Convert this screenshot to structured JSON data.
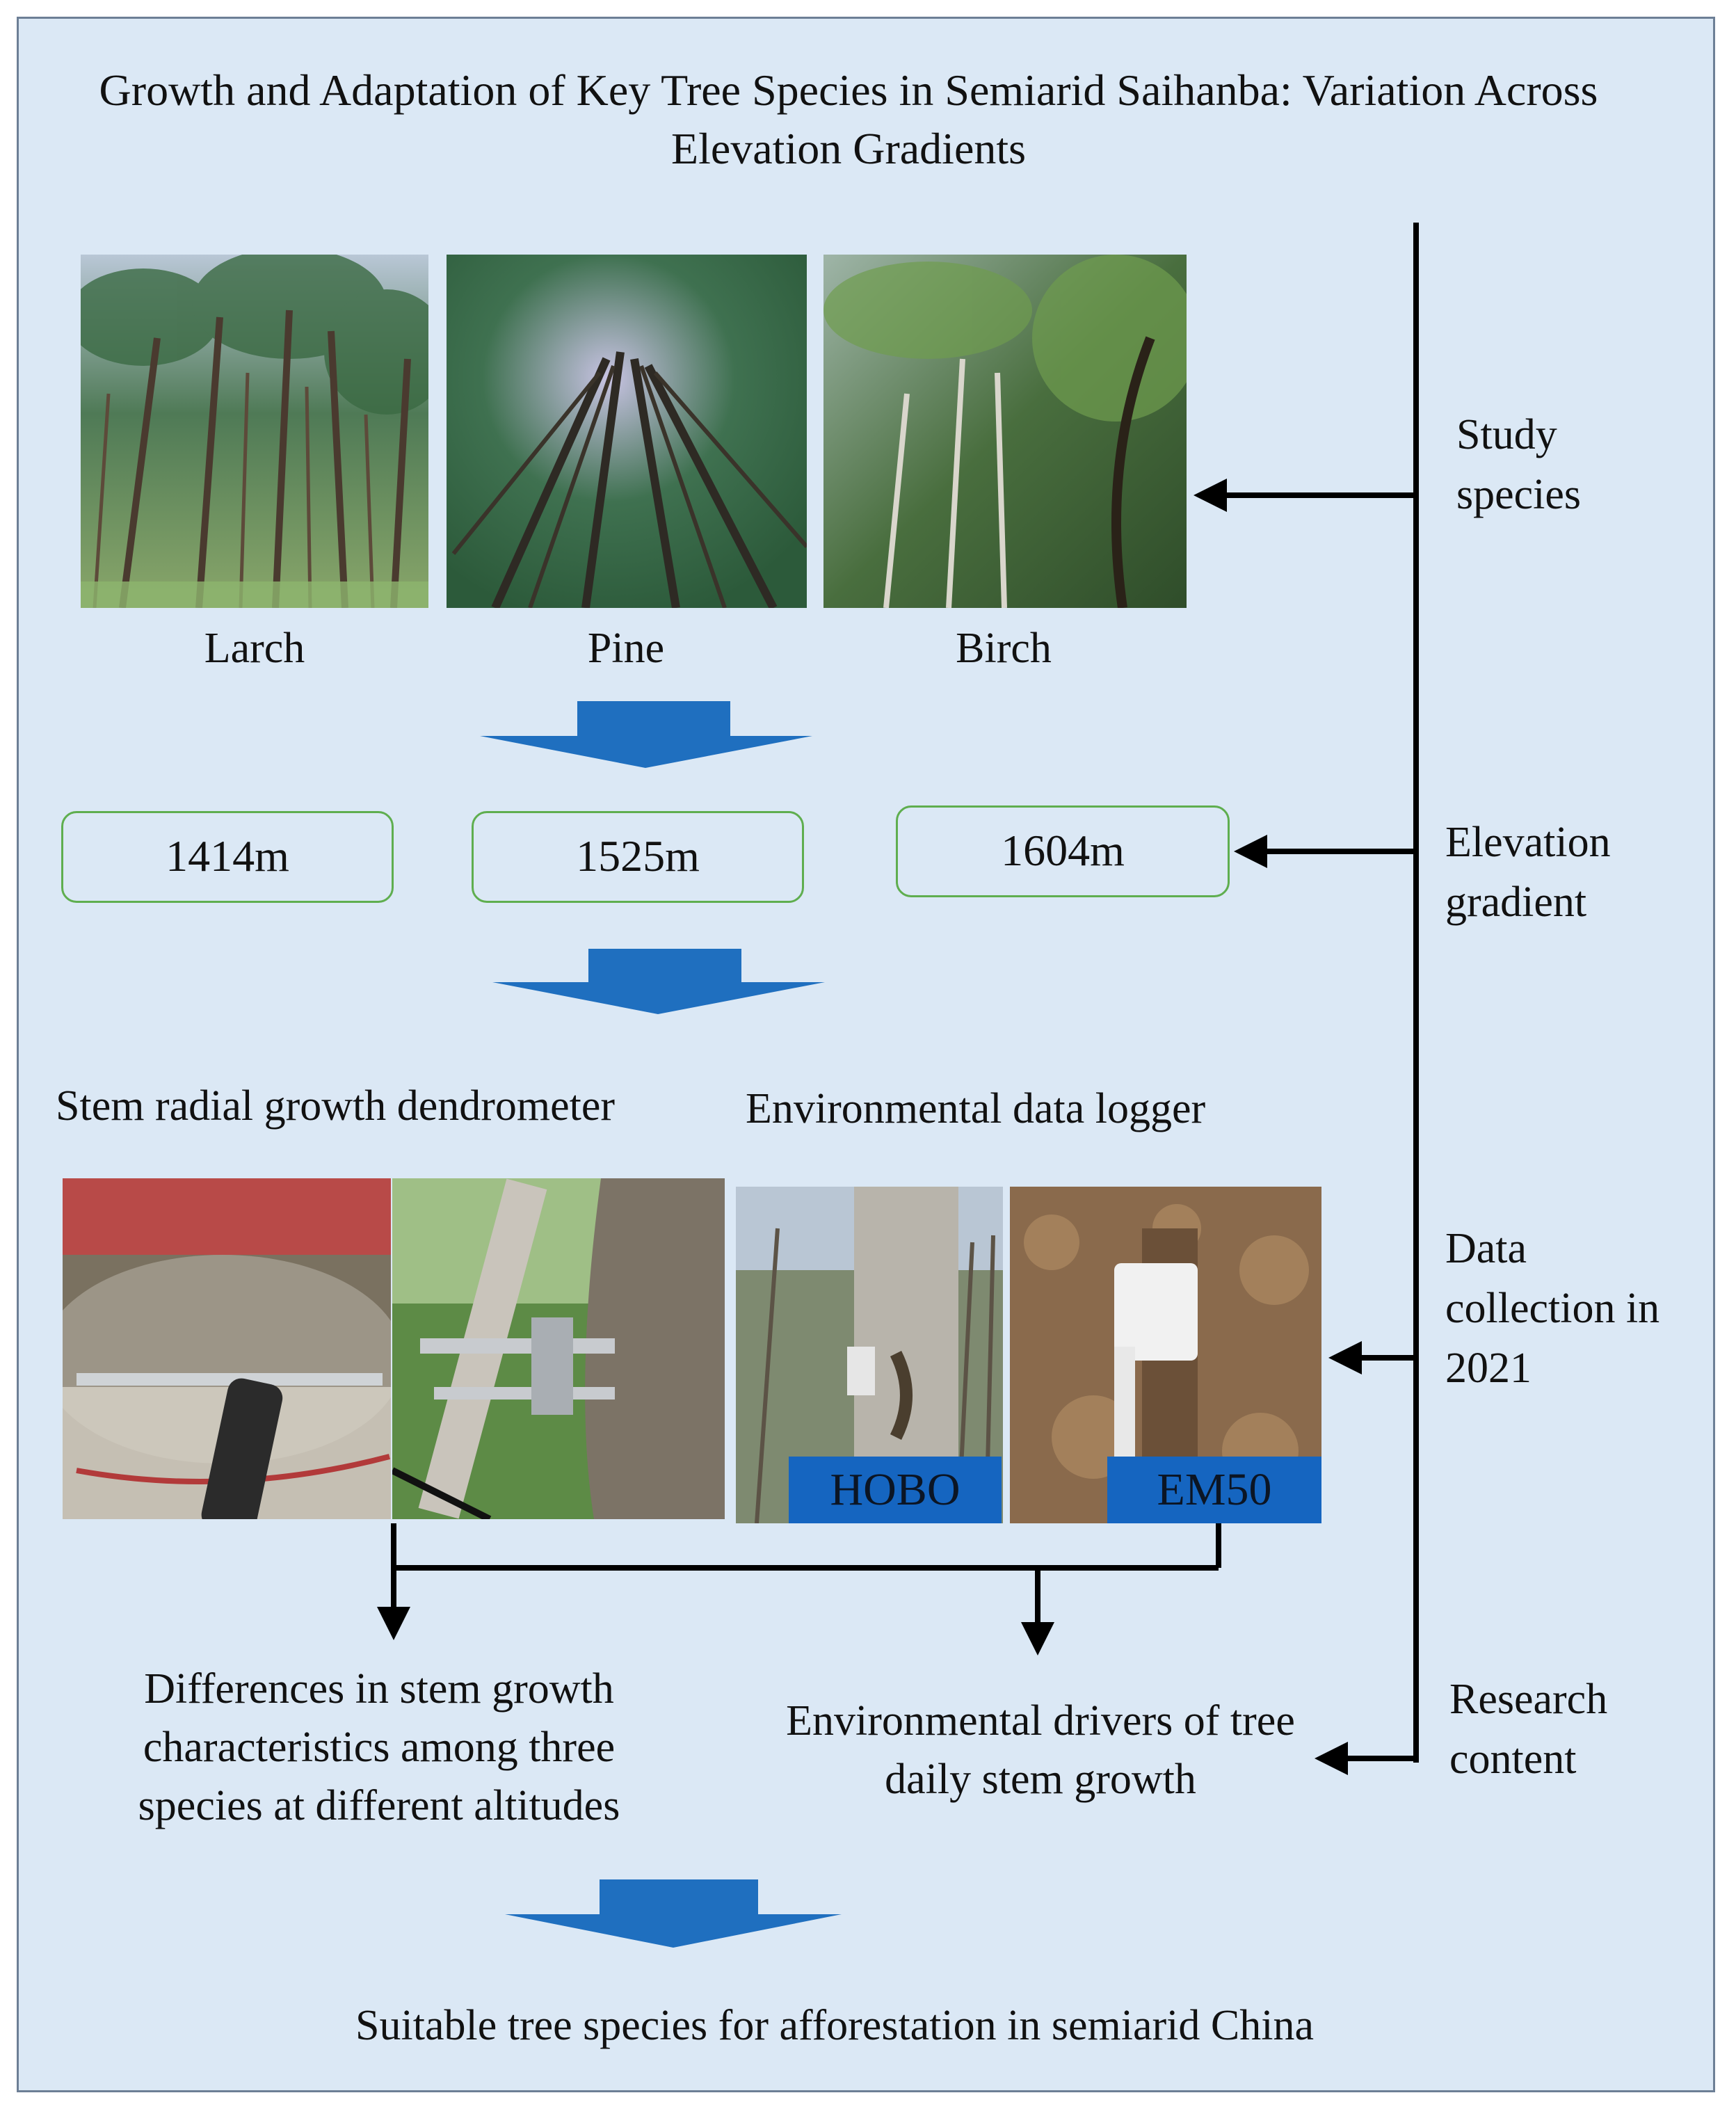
{
  "title": "Growth and Adaptation of Key Tree Species in Semiarid Saihanba: Variation Across Elevation Gradients",
  "species": [
    {
      "label": "Larch"
    },
    {
      "label": "Pine"
    },
    {
      "label": "Birch"
    }
  ],
  "elevations": [
    "1414m",
    "1525m",
    "1604m"
  ],
  "instruments": {
    "dendrometer_label": "Stem radial growth dendrometer",
    "logger_label": "Environmental data logger",
    "hobo_tag": "HOBO",
    "em50_tag": "EM50"
  },
  "results": {
    "left": "Differences in stem growth characteristics among three species at different altitudes",
    "right": "Environmental drivers of tree daily stem growth"
  },
  "conclusion": "Suitable tree species for afforestation in semiarid China",
  "sidebar": {
    "study_species": "Study species",
    "elevation_gradient": "Elevation gradient",
    "data_collection": "Data collection in 2021",
    "research_content": "Research content"
  },
  "colors": {
    "background": "#dbe8f5",
    "arrow_blue": "#1f6fbf",
    "tag_blue": "#1565c0",
    "box_border": "#5fae4f"
  }
}
